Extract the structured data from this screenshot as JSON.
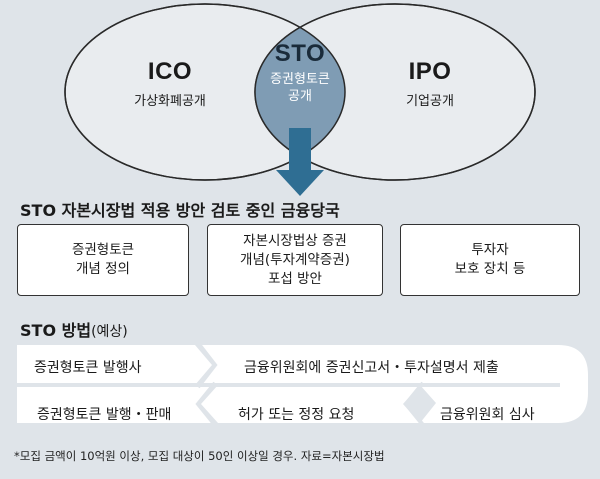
{
  "venn": {
    "left": {
      "title": "ICO",
      "subtitle": "가상화폐공개"
    },
    "center": {
      "title": "STO",
      "subtitle_lines": [
        "증권형토큰",
        "공개"
      ]
    },
    "right": {
      "title": "IPO",
      "subtitle": "기업공개"
    }
  },
  "review": {
    "title": "STO 자본시장법 적용 방안 검토 중인 금융당국",
    "boxes": [
      {
        "lines": [
          "증권형토큰",
          "개념 정의"
        ]
      },
      {
        "lines": [
          "자본시장법상 증권",
          "개념(투자계약증권)",
          "포섭 방안"
        ]
      },
      {
        "lines": [
          "투자자",
          "보호 장치 등"
        ]
      }
    ]
  },
  "method": {
    "title": "STO 방법",
    "title_note": "(예상)",
    "steps": [
      "증권형토큰 발행사",
      "금융위원회에 증권신고서・투자설명서 제출",
      "금융위원회 심사",
      "허가 또는 정정 요청",
      "증권형토큰 발행・판매"
    ]
  },
  "footnote": "*모집 금액이 10억원 이상, 모집 대상이 50인 이상일 경우. 자료=자본시장법",
  "colors": {
    "background": "#dfe4e9",
    "circle_fill": "#e9ecef",
    "center_fill": "#7f9cb4",
    "arrow": "#2f6e93"
  }
}
